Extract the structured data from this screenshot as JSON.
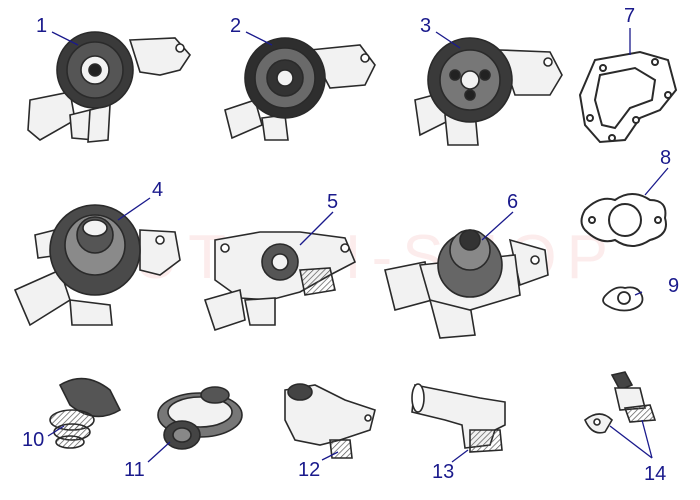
{
  "colors": {
    "callout": "#1a1a8c",
    "ink": "#2a2a2a",
    "shade": "#4a4a4a",
    "paper": "#f2f2f2",
    "watermark": "#dc2828"
  },
  "watermark": "AUTOPI-SHOP",
  "callouts": {
    "c1": "1",
    "c2": "2",
    "c3": "3",
    "c4": "4",
    "c5": "5",
    "c6": "6",
    "c7": "7",
    "c8": "8",
    "c9": "9",
    "c10": "10",
    "c11": "11",
    "c12": "12",
    "c13": "13",
    "c14": "14"
  },
  "parts": [
    "water-pump-with-pulley",
    "water-pump-with-pulley",
    "water-pump-with-pulley",
    "water-pump-with-hub",
    "water-pump-housing",
    "water-pump-with-hub",
    "water-pump-gasket",
    "flange-gasket",
    "small-gasket",
    "thermostat",
    "thermostat",
    "thermostat-housing",
    "thermostat-housing-outlet",
    "temperature-sensor-with-bracket"
  ]
}
